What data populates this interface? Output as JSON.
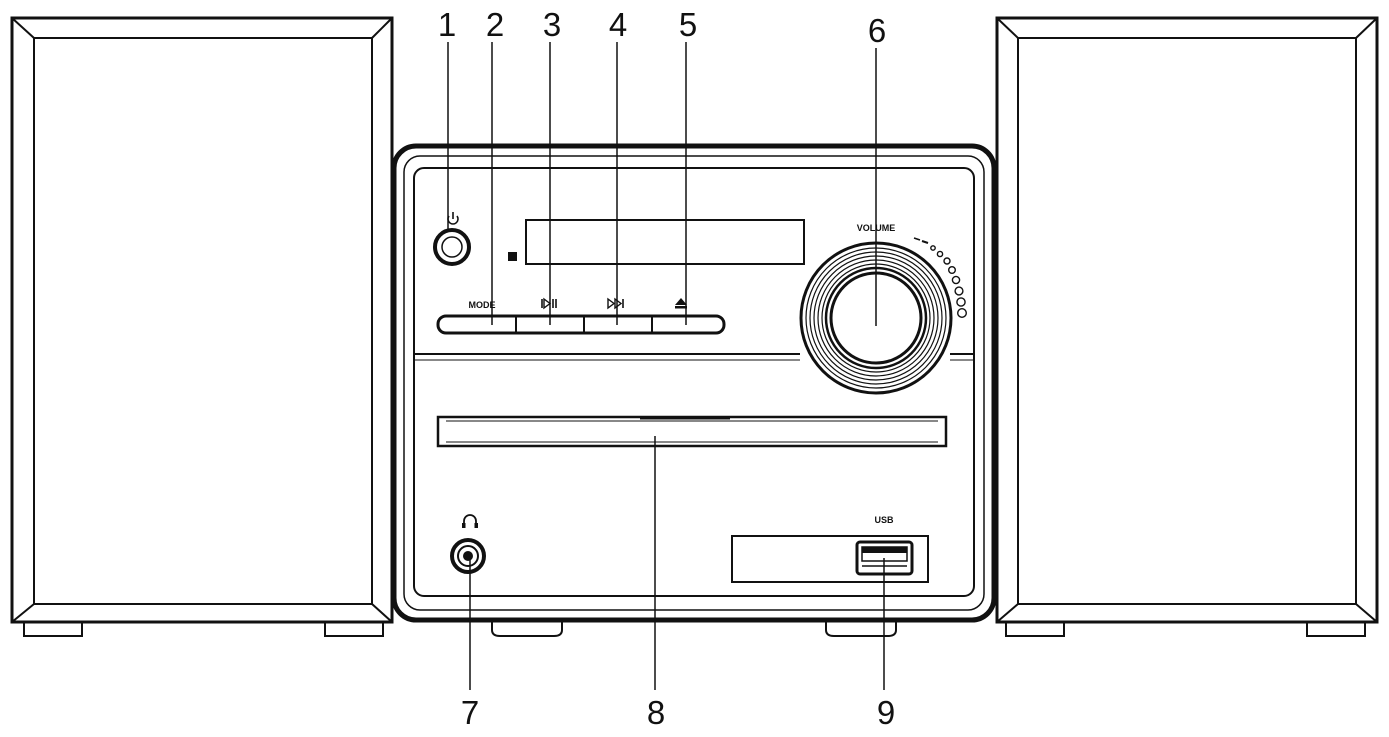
{
  "callouts": [
    {
      "id": "1",
      "label": "1"
    },
    {
      "id": "2",
      "label": "2"
    },
    {
      "id": "3",
      "label": "3"
    },
    {
      "id": "4",
      "label": "4"
    },
    {
      "id": "5",
      "label": "5"
    },
    {
      "id": "6",
      "label": "6"
    },
    {
      "id": "7",
      "label": "7"
    },
    {
      "id": "8",
      "label": "8"
    },
    {
      "id": "9",
      "label": "9"
    }
  ],
  "panel_labels": {
    "mode": "MODE",
    "volume": "VOLUME",
    "usb": "USB"
  },
  "icons": {
    "power": "power-icon",
    "prev_play": "play-pause-icon",
    "next": "skip-forward-icon",
    "eject": "eject-icon",
    "headphones": "headphones-icon"
  },
  "colors": {
    "line": "#111111",
    "background": "#ffffff"
  }
}
